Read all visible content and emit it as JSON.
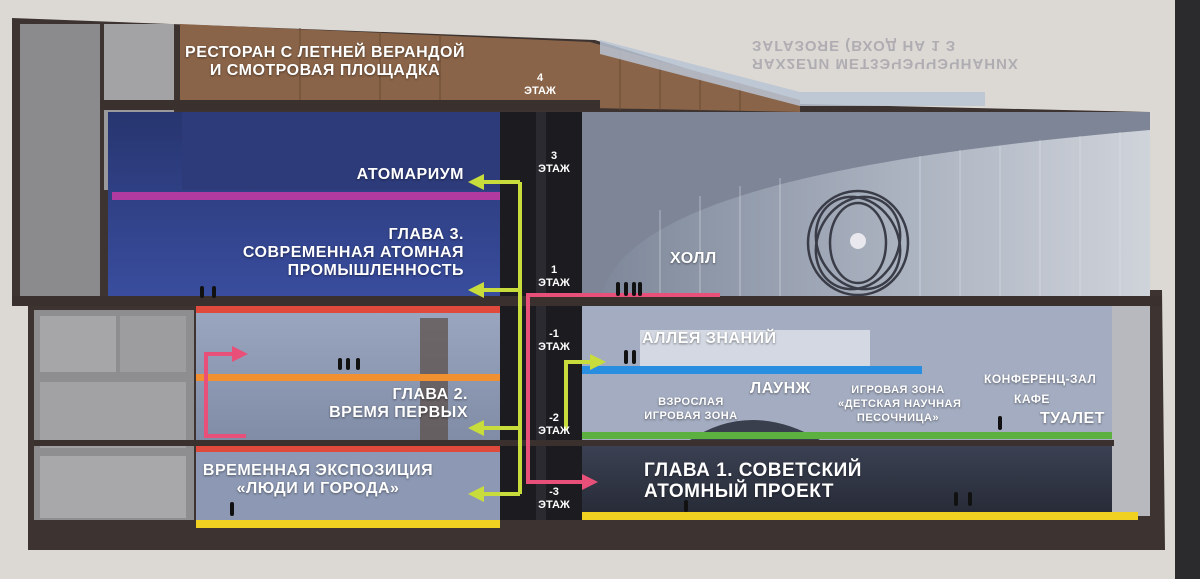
{
  "floors": {
    "f4": [
      "4",
      "ЭТАЖ"
    ],
    "f3": [
      "3",
      "ЭТАЖ"
    ],
    "f1": [
      "1",
      "ЭТАЖ"
    ],
    "fm1": [
      "-1",
      "ЭТАЖ"
    ],
    "fm2": [
      "-2",
      "ЭТАЖ"
    ],
    "fm3": [
      "-3",
      "ЭТАЖ"
    ]
  },
  "zones": {
    "restaurant": [
      "РЕСТОРАН С ЛЕТНЕЙ ВЕРАНДОЙ",
      "И СМОТРОВАЯ ПЛОЩАДКА"
    ],
    "atomarium": "АТОМАРИУМ",
    "chapter3": [
      "ГЛАВА 3.",
      "СОВРЕМЕННАЯ АТОМНАЯ",
      "ПРОМЫШЛЕННОСТЬ"
    ],
    "hall": "ХОЛЛ",
    "chapter2": [
      "ГЛАВА 2.",
      "ВРЕМЯ ПЕРВЫХ"
    ],
    "temporary": [
      "ВРЕМЕННАЯ ЭКСПОЗИЦИЯ",
      "«ЛЮДИ И ГОРОДА»"
    ],
    "alley": "АЛЛЕЯ ЗНАНИЙ",
    "lounge": "ЛАУНЖ",
    "adult_play": [
      "ВЗРОСЛАЯ",
      "ИГРОВАЯ ЗОНА"
    ],
    "kids_play": [
      "ИГРОВАЯ ЗОНА",
      "«ДЕТСКАЯ НАУЧНАЯ",
      "ПЕСОЧНИЦА»"
    ],
    "conference": "КОНФЕРЕНЦ-ЗАЛ",
    "cafe": "КАФЕ",
    "toilet": "ТУАЛЕТ",
    "chapter1": [
      "ГЛАВА 1. СОВЕТСКИЙ",
      "АТОМНЫЙ ПРОЕКТ"
    ]
  },
  "ghost_text": [
    "ЯАХ2ЕЛИ МЕТ3ЭЧЭЧЧЭЧНАНИХ",
    "ЗАГАЗОЯЕ (ВХОД НА 1 З"
  ],
  "colors": {
    "wall": "#4a3e3a",
    "restaurant": "#8a6448",
    "exhibit_blue": "#2c3d8a",
    "hall_grey": "#8f98a8",
    "lower_dark": "#33384a",
    "route_pink": "#e8507a",
    "route_yellow_green": "#c8dc3c",
    "line_purple": "#b03aa0",
    "line_red": "#e04a3c",
    "line_orange": "#f09030",
    "line_blue": "#2a8ee0",
    "line_green": "#5cb040",
    "line_yellow": "#f0d020"
  }
}
